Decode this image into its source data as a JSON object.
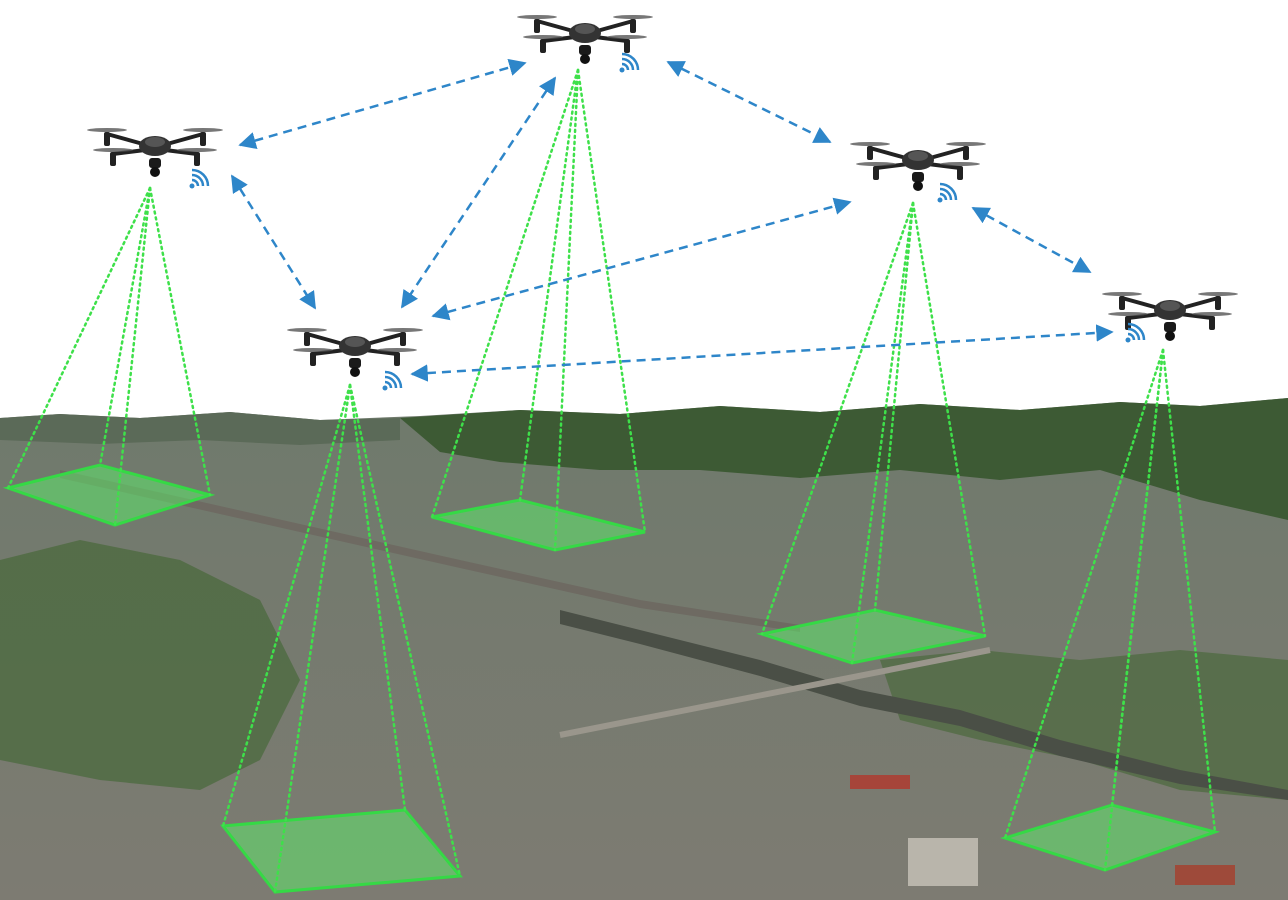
{
  "scene": {
    "drones": [
      {
        "id": "d1",
        "icon": "quadcopter-drone-icon",
        "signal_icon": "wifi-signal-icon"
      },
      {
        "id": "d2",
        "icon": "quadcopter-drone-icon",
        "signal_icon": "wifi-signal-icon"
      },
      {
        "id": "d3",
        "icon": "quadcopter-drone-icon",
        "signal_icon": "wifi-signal-icon"
      },
      {
        "id": "d4",
        "icon": "quadcopter-drone-icon",
        "signal_icon": "wifi-signal-icon"
      },
      {
        "id": "d5",
        "icon": "quadcopter-drone-icon",
        "signal_icon": "wifi-signal-icon"
      }
    ],
    "links": [
      {
        "from": "d1",
        "to": "d2",
        "style": "dashed-double-arrow"
      },
      {
        "from": "d1",
        "to": "d3",
        "style": "dashed-double-arrow"
      },
      {
        "from": "d2",
        "to": "d3",
        "style": "dashed-double-arrow"
      },
      {
        "from": "d2",
        "to": "d4",
        "style": "dashed-double-arrow"
      },
      {
        "from": "d3",
        "to": "d4",
        "style": "dashed-double-arrow"
      },
      {
        "from": "d3",
        "to": "d5",
        "style": "dashed-double-arrow"
      },
      {
        "from": "d4",
        "to": "d5",
        "style": "dashed-double-arrow"
      }
    ],
    "coverage": [
      {
        "drone": "d1",
        "style": "dotted-frustum-to-footprint"
      },
      {
        "drone": "d2",
        "style": "dotted-frustum-to-footprint"
      },
      {
        "drone": "d3",
        "style": "dotted-frustum-to-footprint"
      },
      {
        "drone": "d4",
        "style": "dotted-frustum-to-footprint"
      },
      {
        "drone": "d5",
        "style": "dotted-frustum-to-footprint"
      }
    ],
    "background": "aerial-city-view-with-river-and-forested-hills",
    "colors": {
      "sky": "#ffffff",
      "link": "#2e86c9",
      "coverage_line": "#3ee04a",
      "footprint_fill": "#5cff6a",
      "footprint_stroke": "#35d945",
      "drone_body": "#222222",
      "signal": "#2e86c9",
      "forest": "#3d5a34",
      "city": "#8c8a84",
      "river": "#4a4f46"
    }
  }
}
